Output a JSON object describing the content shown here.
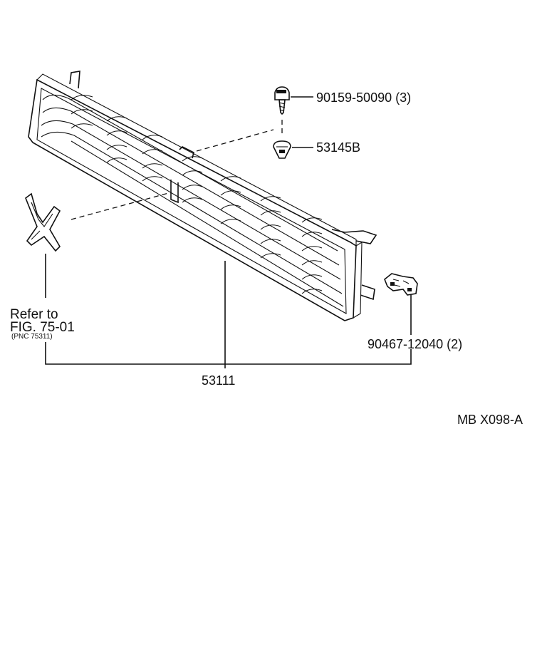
{
  "labels": {
    "screw_part": "90159-50090 (3)",
    "clip_part": "53145B",
    "retainer_part": "90467-12040 (2)",
    "grille_part": "53111",
    "refer_line1": "Refer to",
    "refer_line2": "FIG. 75-01",
    "refer_line3": "(PNC 75311)",
    "diagram_code": "MB  X098-A"
  },
  "icons": {
    "screw": "screw-icon",
    "clip": "push-clip-icon",
    "retainer": "retainer-clip-icon",
    "bracket": "emblem-bracket-icon",
    "grille": "radiator-grille-icon"
  },
  "colors": {
    "ink": "#111111",
    "paper": "#ffffff"
  }
}
